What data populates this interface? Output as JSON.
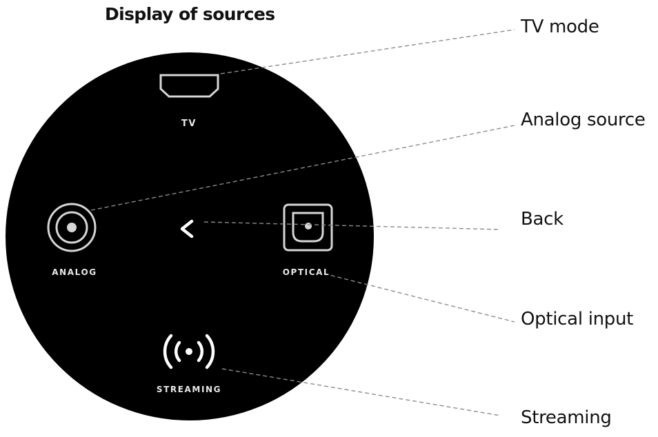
{
  "title": "Display of sources",
  "dial": {
    "background": "#000000",
    "foreground": "#dcdcdc",
    "labels": {
      "tv": "TV",
      "analog": "ANALOG",
      "optical": "OPTICAL",
      "streaming": "STREAMING"
    }
  },
  "callouts": {
    "tv": "TV mode",
    "analog": "Analog source",
    "back": "Back",
    "optical": "Optical input",
    "streaming": "Streaming"
  },
  "icons": {
    "tv": "hdmi-port-icon",
    "analog": "analog-jack-icon",
    "back": "chevron-left-icon",
    "optical": "optical-port-icon",
    "streaming": "broadcast-icon"
  }
}
